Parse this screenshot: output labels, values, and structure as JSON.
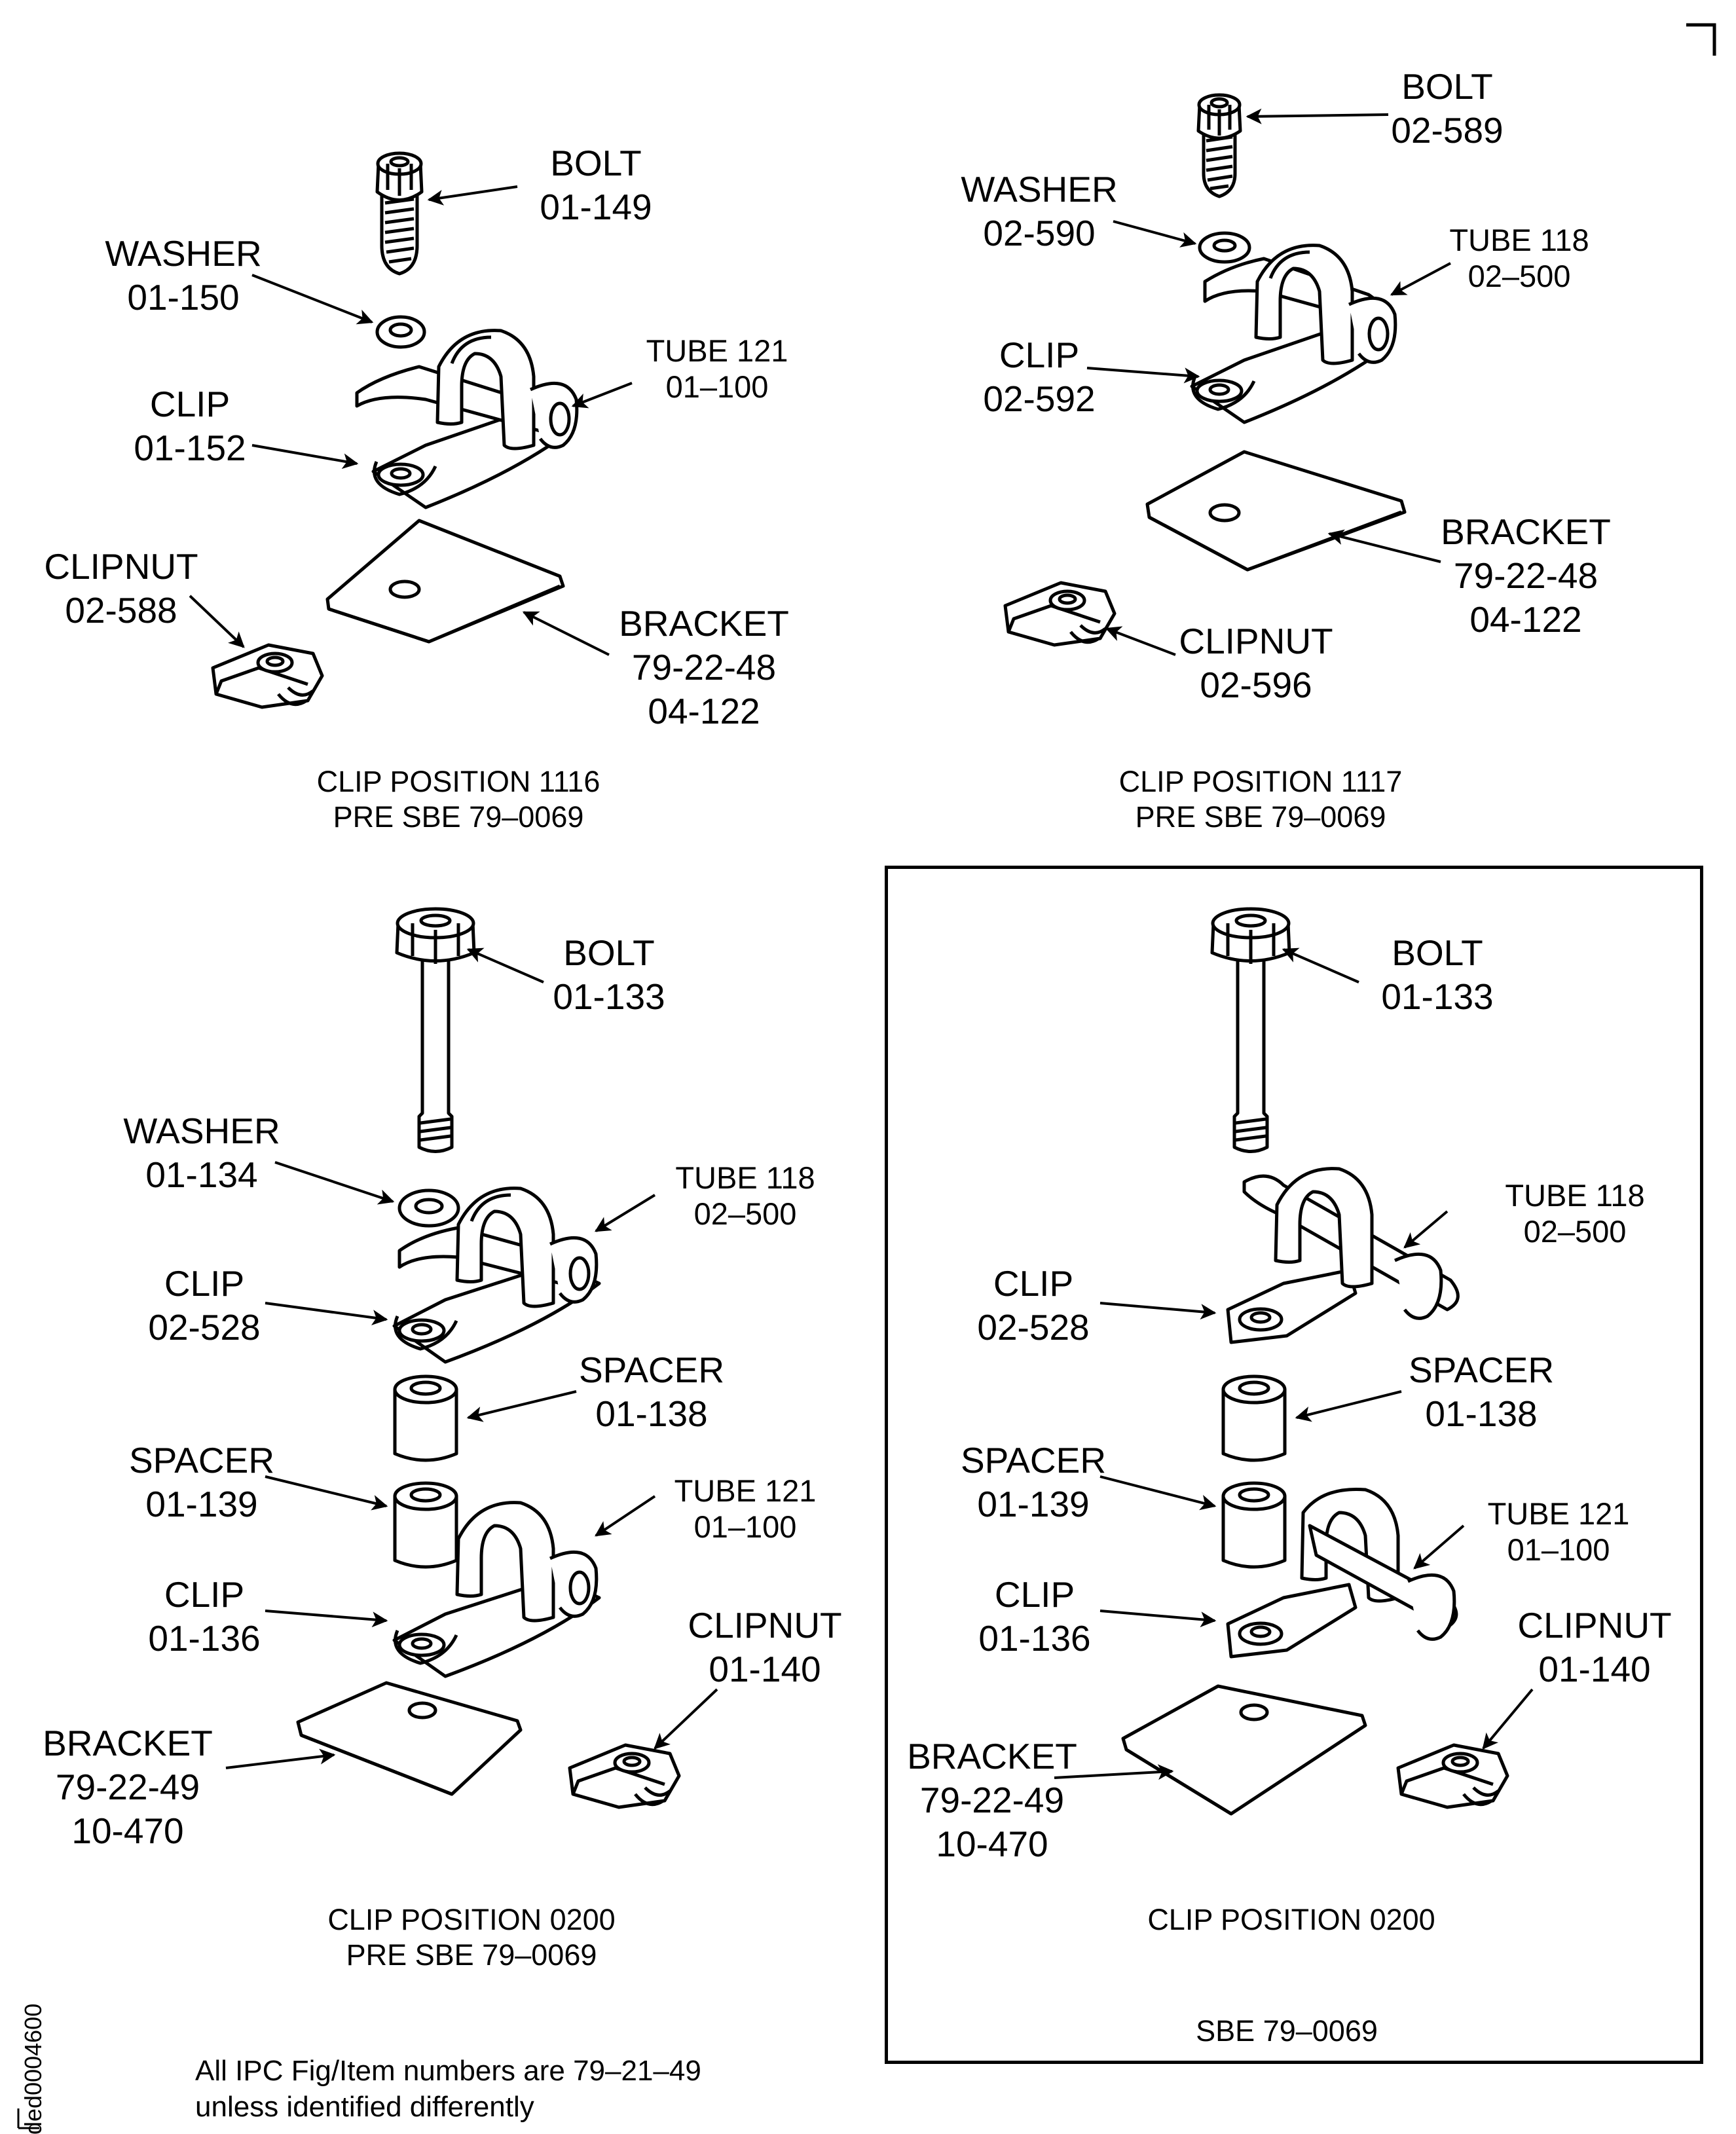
{
  "panels": [
    {
      "labels": {
        "bolt": [
          "BOLT",
          "01-149"
        ],
        "washer": [
          "WASHER",
          "01-150"
        ],
        "clip": [
          "CLIP",
          "01-152"
        ],
        "tube": [
          "TUBE 121",
          "01–100"
        ],
        "clipnut": [
          "CLIPNUT",
          "02-588"
        ],
        "bracket": [
          "BRACKET",
          "79-22-48",
          "04-122"
        ]
      },
      "caption": [
        "CLIP POSITION 1116",
        "PRE SBE 79–0069"
      ]
    },
    {
      "labels": {
        "bolt": [
          "BOLT",
          "02-589"
        ],
        "washer": [
          "WASHER",
          "02-590"
        ],
        "tube": [
          "TUBE 118",
          "02–500"
        ],
        "clip": [
          "CLIP",
          "02-592"
        ],
        "bracket": [
          "BRACKET",
          "79-22-48",
          "04-122"
        ],
        "clipnut": [
          "CLIPNUT",
          "02-596"
        ]
      },
      "caption": [
        "CLIP POSITION 1117",
        "PRE SBE 79–0069"
      ]
    },
    {
      "labels": {
        "bolt": [
          "BOLT",
          "01-133"
        ],
        "washer": [
          "WASHER",
          "01-134"
        ],
        "tube_upper": [
          "TUBE 118",
          "02–500"
        ],
        "clip_upper": [
          "CLIP",
          "02-528"
        ],
        "spacer_upper": [
          "SPACER",
          "01-138"
        ],
        "spacer_lower": [
          "SPACER",
          "01-139"
        ],
        "tube_lower": [
          "TUBE 121",
          "01–100"
        ],
        "clip_lower": [
          "CLIP",
          "01-136"
        ],
        "clipnut": [
          "CLIPNUT",
          "01-140"
        ],
        "bracket": [
          "BRACKET",
          "79-22-49",
          "10-470"
        ]
      },
      "caption": [
        "CLIP POSITION 0200",
        "PRE SBE 79–0069"
      ]
    },
    {
      "labels": {
        "bolt": [
          "BOLT",
          "01-133"
        ],
        "tube_upper": [
          "TUBE 118",
          "02–500"
        ],
        "clip_upper": [
          "CLIP",
          "02-528"
        ],
        "spacer_upper": [
          "SPACER",
          "01-138"
        ],
        "spacer_lower": [
          "SPACER",
          "01-139"
        ],
        "tube_lower": [
          "TUBE 121",
          "01–100"
        ],
        "clip_lower": [
          "CLIP",
          "01-136"
        ],
        "clipnut": [
          "CLIPNUT",
          "01-140"
        ],
        "bracket": [
          "BRACKET",
          "79-22-49",
          "10-470"
        ]
      },
      "caption": [
        "CLIP POSITION 0200"
      ],
      "footer": "SBE 79–0069"
    }
  ],
  "note": [
    "All IPC Fig/Item numbers are 79–21–49",
    "unless identified differently"
  ],
  "drawing_code": "ded0004600"
}
